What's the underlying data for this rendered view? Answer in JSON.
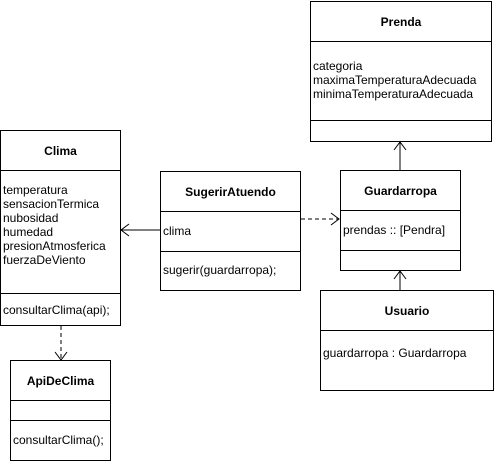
{
  "classes": {
    "prenda": {
      "name": "Prenda",
      "attributes": [
        "categoria",
        "maximaTemperaturaAdecuada",
        "minimaTemperaturaAdecuada"
      ],
      "methods": []
    },
    "clima": {
      "name": "Clima",
      "attributes": [
        "temperatura",
        "sensacionTermica",
        "nubosidad",
        "humedad",
        "presionAtmosferica",
        "fuerzaDeViento"
      ],
      "methods": [
        "consultarClima(api);"
      ]
    },
    "sugerir": {
      "name": "SugerirAtuendo",
      "attributes": [
        "clima"
      ],
      "methods": [
        "sugerir(guardarropa);"
      ]
    },
    "guardarropa": {
      "name": "Guardarropa",
      "attributes": [
        "prendas :: [Pendra]"
      ],
      "methods": []
    },
    "usuario": {
      "name": "Usuario",
      "attributes": [
        "guardarropa : Guardarropa"
      ]
    },
    "api": {
      "name": "ApiDeClima",
      "attributes": [],
      "methods": [
        "consultarClima();"
      ]
    }
  }
}
